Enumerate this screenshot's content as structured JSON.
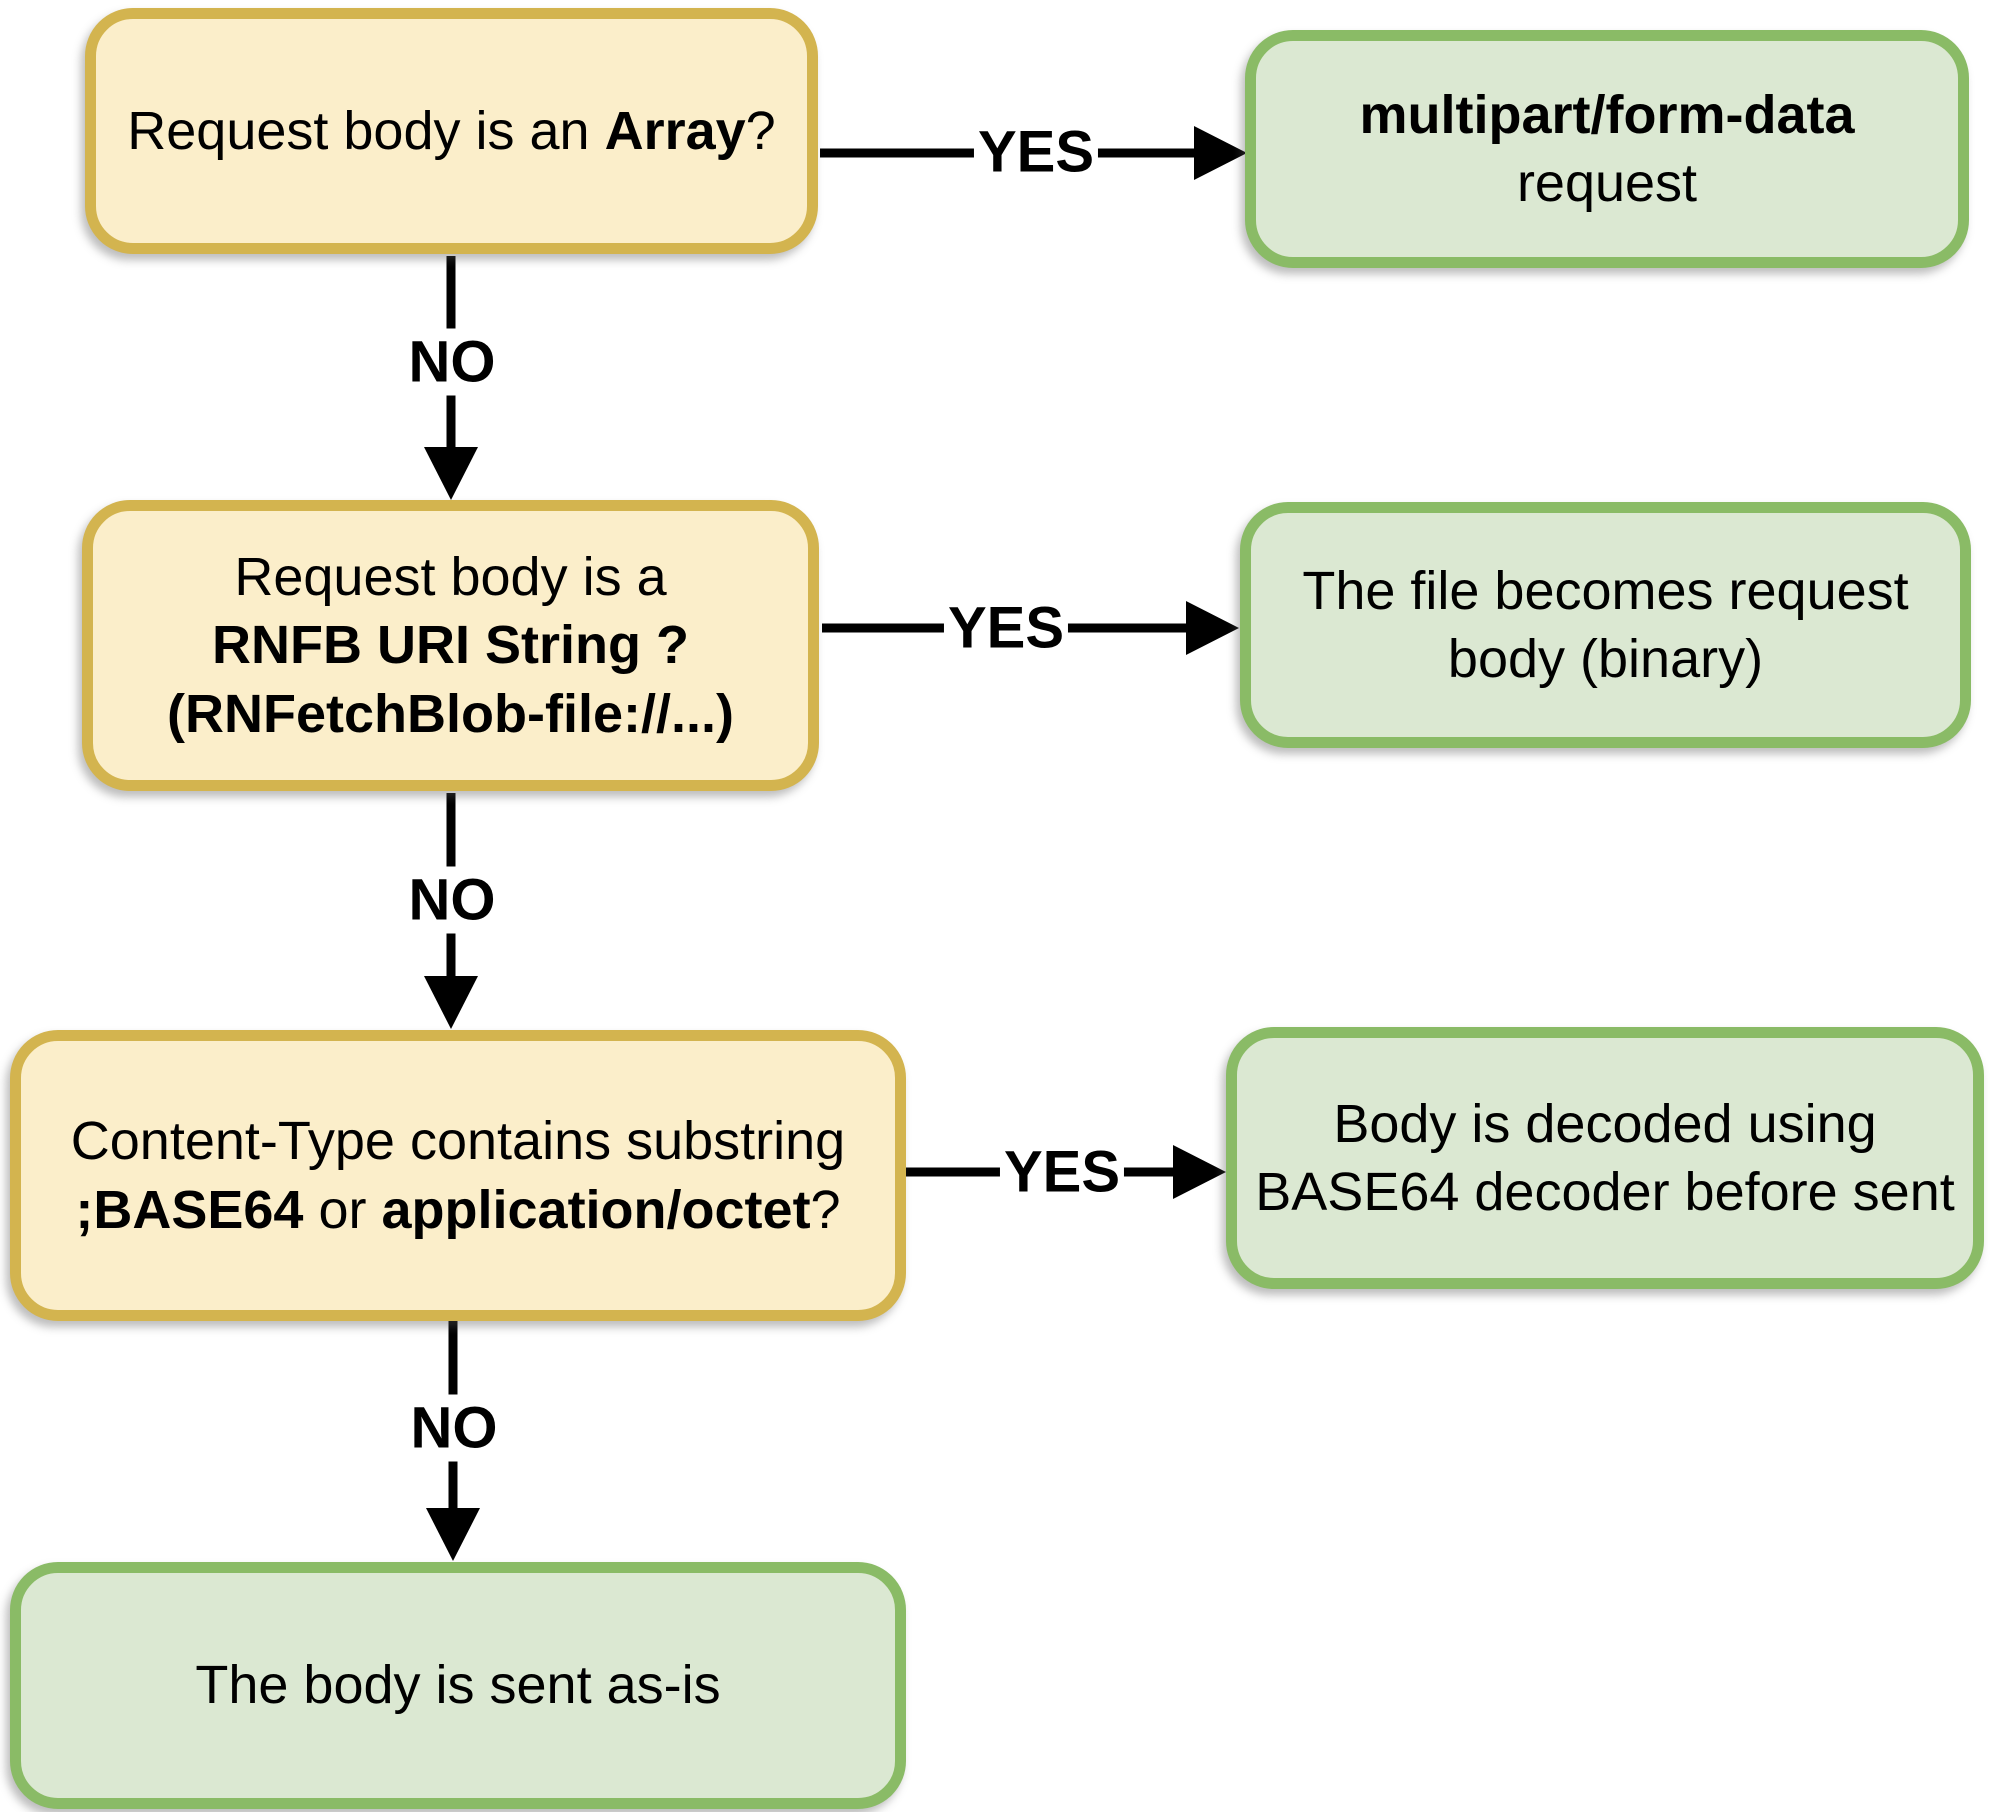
{
  "colors": {
    "yellow_fill": "#FBEECA",
    "yellow_border": "#D3B44F",
    "green_fill": "#DBE8D2",
    "green_border": "#8ABB66",
    "arrow": "#000000",
    "text": "#000000",
    "background": "#FFFFFF"
  },
  "labels": {
    "yes": "YES",
    "no": "NO"
  },
  "nodes": {
    "q_array": {
      "kind": "decision",
      "lines": [
        [
          {
            "text": "Request body is an ",
            "bold": false
          },
          {
            "text": "Array",
            "bold": true
          },
          {
            "text": "?",
            "bold": false
          }
        ]
      ]
    },
    "r_multipart": {
      "kind": "result",
      "lines": [
        [
          {
            "text": "multipart/form-data",
            "bold": true
          }
        ],
        [
          {
            "text": "request",
            "bold": false
          }
        ]
      ]
    },
    "q_rnfb": {
      "kind": "decision",
      "lines": [
        [
          {
            "text": "Request body is a",
            "bold": false
          }
        ],
        [
          {
            "text": "RNFB URI String ?",
            "bold": true
          }
        ],
        [
          {
            "text": "(RNFetchBlob-file://...)",
            "bold": true
          }
        ]
      ]
    },
    "r_file": {
      "kind": "result",
      "lines": [
        [
          {
            "text": "The file becomes request",
            "bold": false
          }
        ],
        [
          {
            "text": "body (binary)",
            "bold": false
          }
        ]
      ]
    },
    "q_base64": {
      "kind": "decision",
      "lines": [
        [
          {
            "text": "Content-Type contains substring",
            "bold": false
          }
        ],
        [
          {
            "text": ";BASE64",
            "bold": true
          },
          {
            "text": " or ",
            "bold": false
          },
          {
            "text": "application/octet",
            "bold": true
          },
          {
            "text": "?",
            "bold": false
          }
        ]
      ]
    },
    "r_decoded": {
      "kind": "result",
      "lines": [
        [
          {
            "text": "Body is decoded using",
            "bold": false
          }
        ],
        [
          {
            "text": "BASE64 decoder before sent",
            "bold": false
          }
        ]
      ]
    },
    "r_asis": {
      "kind": "result",
      "lines": [
        [
          {
            "text": "The body is sent as-is",
            "bold": false
          }
        ]
      ]
    }
  }
}
